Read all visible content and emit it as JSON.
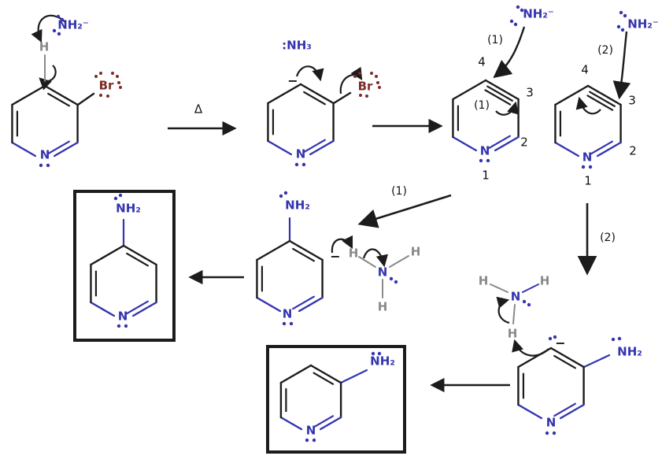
{
  "figure": {
    "type": "reaction-mechanism-diagram",
    "description": "Elimination-addition (3,4-pyridyne) mechanism: 3-bromopyridine plus amide gives 4-aminopyridine (path 1) and 3-aminopyridine (path 2)"
  },
  "colors": {
    "nitrogen_blue": "#3434b0",
    "bromine_red": "#7c2b25",
    "hydrogen_gray": "#8a8a8a",
    "bond_black": "#1c1c1c",
    "background": "#ffffff"
  },
  "structures": {
    "s1_bromopyridine": {
      "amide": "NH₂⁻",
      "h": "H",
      "br": "Br",
      "n": "N"
    },
    "conditions": {
      "delta": "Δ"
    },
    "s2_carbanion": {
      "ammonia": ":NH₃",
      "charge": "−",
      "br": "Br",
      "n": "N"
    },
    "s3_pyridyne_attack4": {
      "amide": "NH₂⁻",
      "path": "(1)",
      "path_inner": "(1)",
      "pos4": "4",
      "pos3": "3",
      "pos2": "2",
      "pos1": "1",
      "n": "N"
    },
    "s4_pyridyne_attack3": {
      "amide": "NH₂⁻",
      "path": "(2)",
      "pos4": "4",
      "pos3": "3",
      "pos2": "2",
      "pos1": "1",
      "n": "N"
    },
    "route1": {
      "label": "(1)"
    },
    "route2": {
      "label": "(2)"
    },
    "s5_4aminopyridinide": {
      "nh2": "NH₂",
      "charge": "−",
      "n": "N",
      "nh3": {
        "h_left": "H",
        "h_right": "H",
        "h_bottom": "H",
        "n": "N"
      }
    },
    "s6_3aminopyridinide": {
      "nh2": "NH₂",
      "charge": "−",
      "n": "N",
      "nh3": {
        "h_left": "H",
        "h_right": "H",
        "h_bottom": "H",
        "n": "N"
      }
    },
    "p1_4aminopyridine": {
      "nh2": "NH₂",
      "n": "N"
    },
    "p2_3aminopyridine": {
      "nh2": "NH₂",
      "n": "N"
    }
  }
}
